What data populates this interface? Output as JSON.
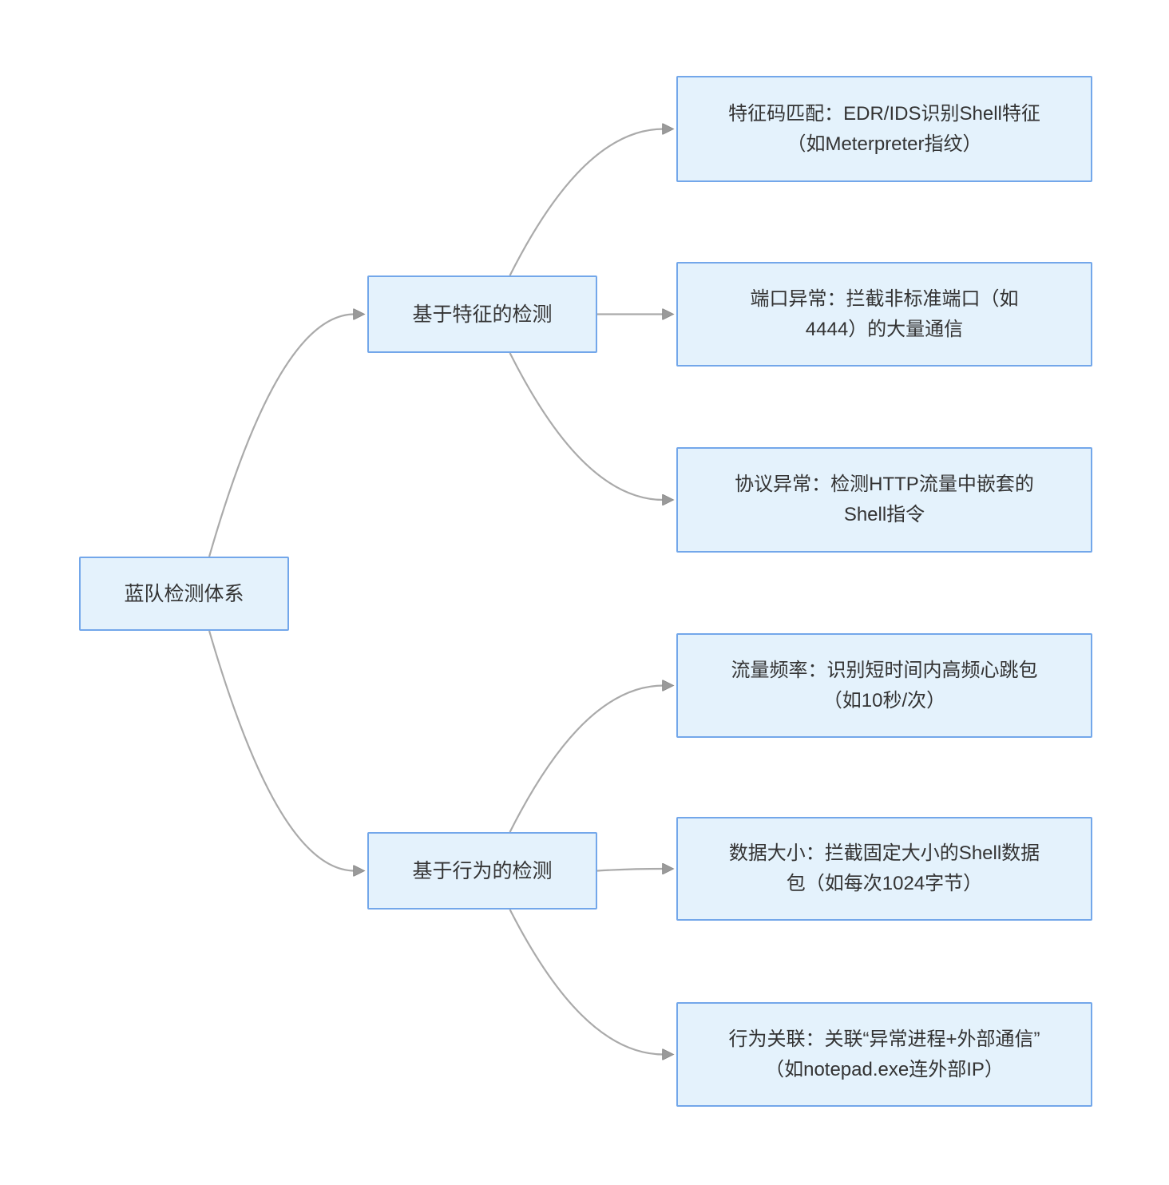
{
  "diagram": {
    "type": "mindmap",
    "description": "蓝队检测体系"
  },
  "colors": {
    "node_fill": "#e4f2fc",
    "node_border": "#73a7ea",
    "edge_line": "#aaaaaa",
    "arrow_fill": "#9a9a9a",
    "text": "#333333",
    "background": "#ffffff"
  },
  "nodes": [
    {
      "id": "root",
      "level": "root",
      "lines": [
        "蓝队检测体系"
      ]
    },
    {
      "id": "b1",
      "level": "branch",
      "lines": [
        "基于特征的检测"
      ]
    },
    {
      "id": "b2",
      "level": "branch",
      "lines": [
        "基于行为的检测"
      ]
    },
    {
      "id": "l1",
      "level": "leaf",
      "lines": [
        "特征码匹配：EDR/IDS识别Shell特征",
        "（如Meterpreter指纹）"
      ]
    },
    {
      "id": "l2",
      "level": "leaf",
      "lines": [
        "端口异常：拦截非标准端口（如",
        "4444）的大量通信"
      ]
    },
    {
      "id": "l3",
      "level": "leaf",
      "lines": [
        "协议异常：检测HTTP流量中嵌套的",
        "Shell指令"
      ]
    },
    {
      "id": "l4",
      "level": "leaf",
      "lines": [
        "流量频率：识别短时间内高频心跳包",
        "（如10秒/次）"
      ]
    },
    {
      "id": "l5",
      "level": "leaf",
      "lines": [
        "数据大小：拦截固定大小的Shell数据",
        "包（如每次1024字节）"
      ]
    },
    {
      "id": "l6",
      "level": "leaf",
      "lines": [
        "行为关联：关联“异常进程+外部通信”",
        "（如notepad.exe连外部IP）"
      ]
    }
  ],
  "edges": [
    {
      "from": "root",
      "to": "b1"
    },
    {
      "from": "root",
      "to": "b2"
    },
    {
      "from": "b1",
      "to": "l1"
    },
    {
      "from": "b1",
      "to": "l2"
    },
    {
      "from": "b1",
      "to": "l3"
    },
    {
      "from": "b2",
      "to": "l4"
    },
    {
      "from": "b2",
      "to": "l5"
    },
    {
      "from": "b2",
      "to": "l6"
    }
  ]
}
